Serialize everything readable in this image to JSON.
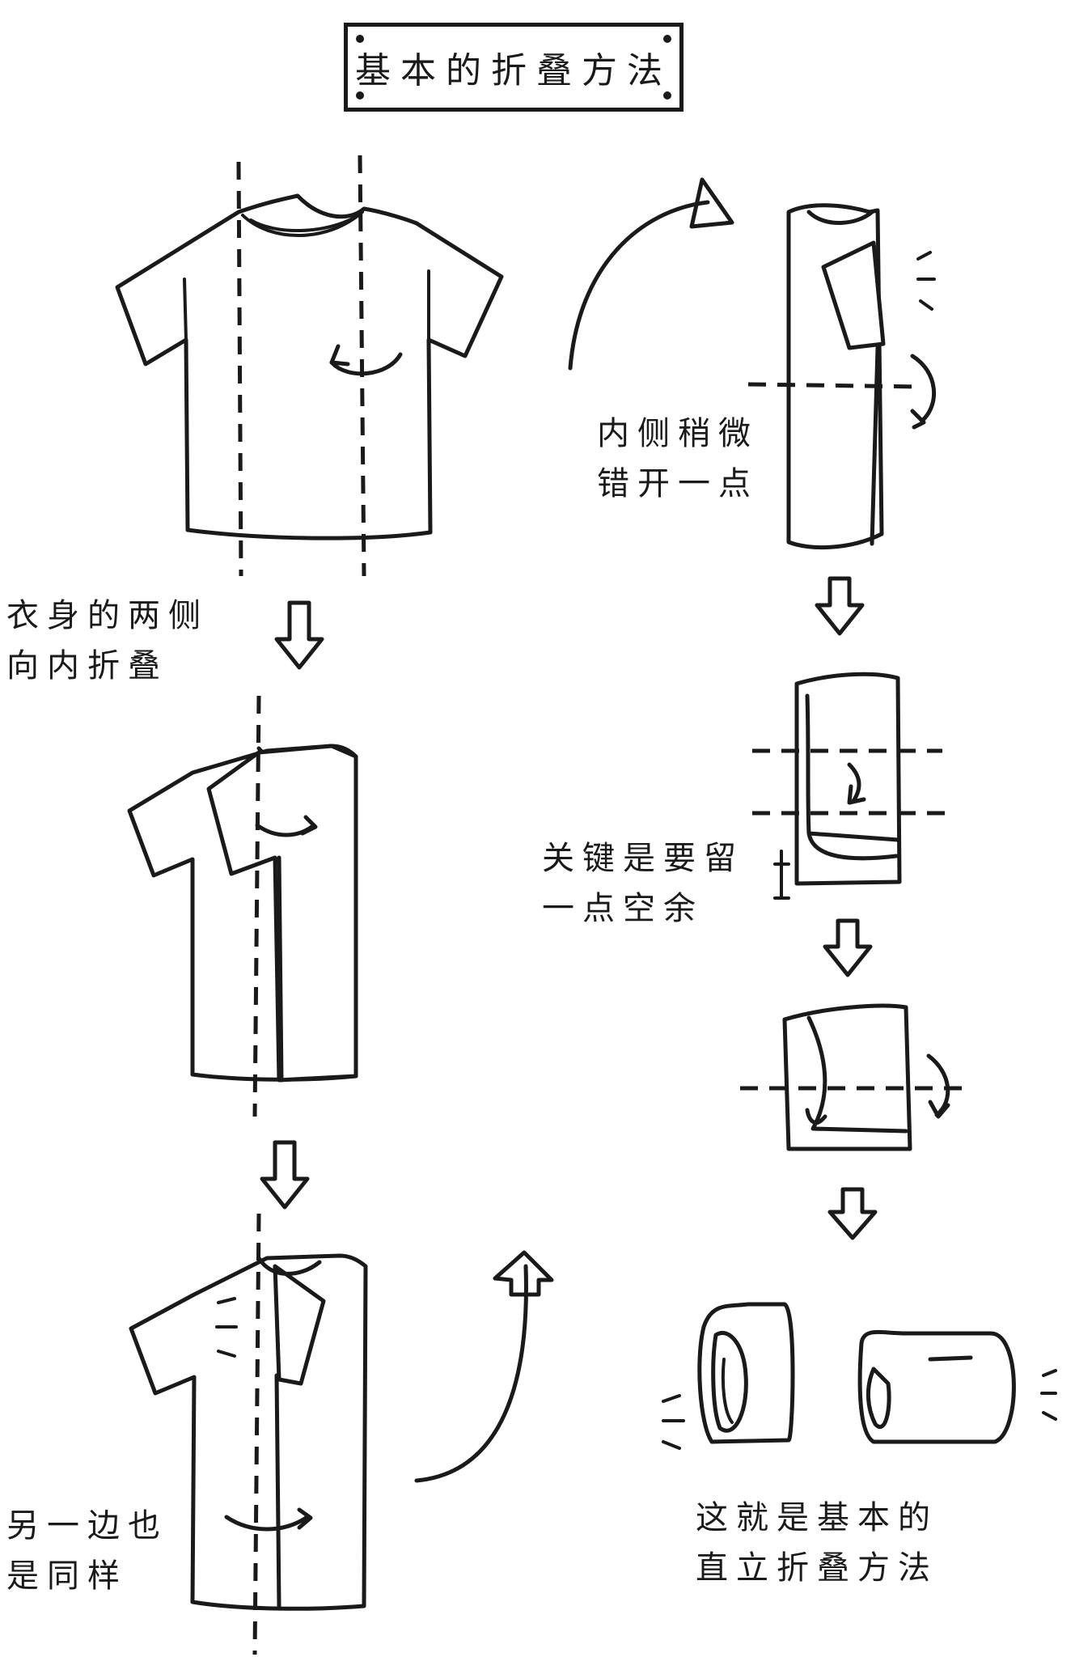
{
  "title": "基本的折叠方法",
  "steps": [
    {
      "id": "fold-sides",
      "caption": "衣身的两侧\n向内折叠"
    },
    {
      "id": "other-side",
      "caption": "另一边也\n是同样"
    },
    {
      "id": "offset",
      "caption": "内侧稍微\n错开一点"
    },
    {
      "id": "leave-space",
      "caption": "关键是要留\n一点空余"
    },
    {
      "id": "finished",
      "caption": "这就是基本的\n直立折叠方法"
    }
  ],
  "icons": [
    "t-shirt-icon",
    "fold-line-icon",
    "down-arrow-icon",
    "curved-arrow-icon",
    "rolled-shirt-icon"
  ]
}
